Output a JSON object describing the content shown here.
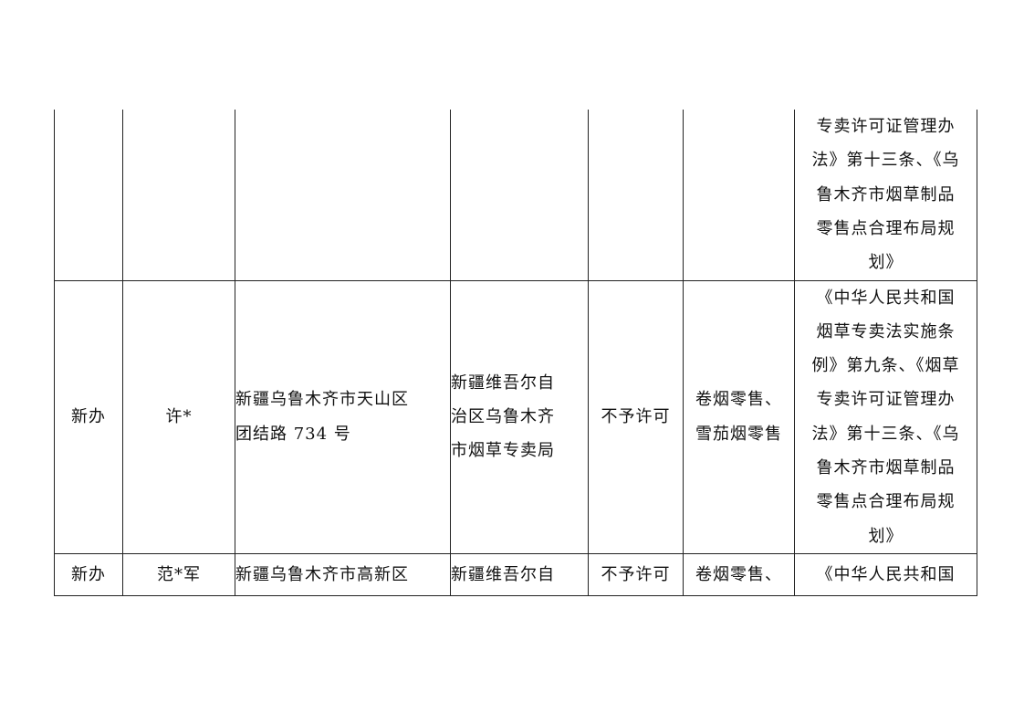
{
  "rows": [
    {
      "type": "",
      "name": "",
      "address": "",
      "authority": "",
      "result": "",
      "scope": "",
      "basis_lines": [
        "专卖许可证管理办",
        "法》第十三条、《乌",
        "鲁木齐市烟草制品",
        "零售点合理布局规",
        "划》"
      ]
    },
    {
      "type": "新办",
      "name": "许*",
      "address_lines": [
        "新疆乌鲁木齐市天山区",
        "团结路 734 号"
      ],
      "authority_lines": [
        "新疆维吾尔自",
        "治区乌鲁木齐",
        "市烟草专卖局"
      ],
      "result": "不予许可",
      "scope_lines": [
        "卷烟零售、",
        "雪茄烟零售"
      ],
      "basis_lines": [
        "《中华人民共和国",
        "烟草专卖法实施条",
        "例》第九条、《烟草",
        "专卖许可证管理办",
        "法》第十三条、《乌",
        "鲁木齐市烟草制品",
        "零售点合理布局规",
        "划》"
      ]
    },
    {
      "type": "新办",
      "name": "范*军",
      "address_lines": [
        "新疆乌鲁木齐市高新区"
      ],
      "authority_lines": [
        "新疆维吾尔自"
      ],
      "result": "不予许可",
      "scope_lines": [
        "卷烟零售、"
      ],
      "basis_lines": [
        "《中华人民共和国"
      ]
    }
  ]
}
